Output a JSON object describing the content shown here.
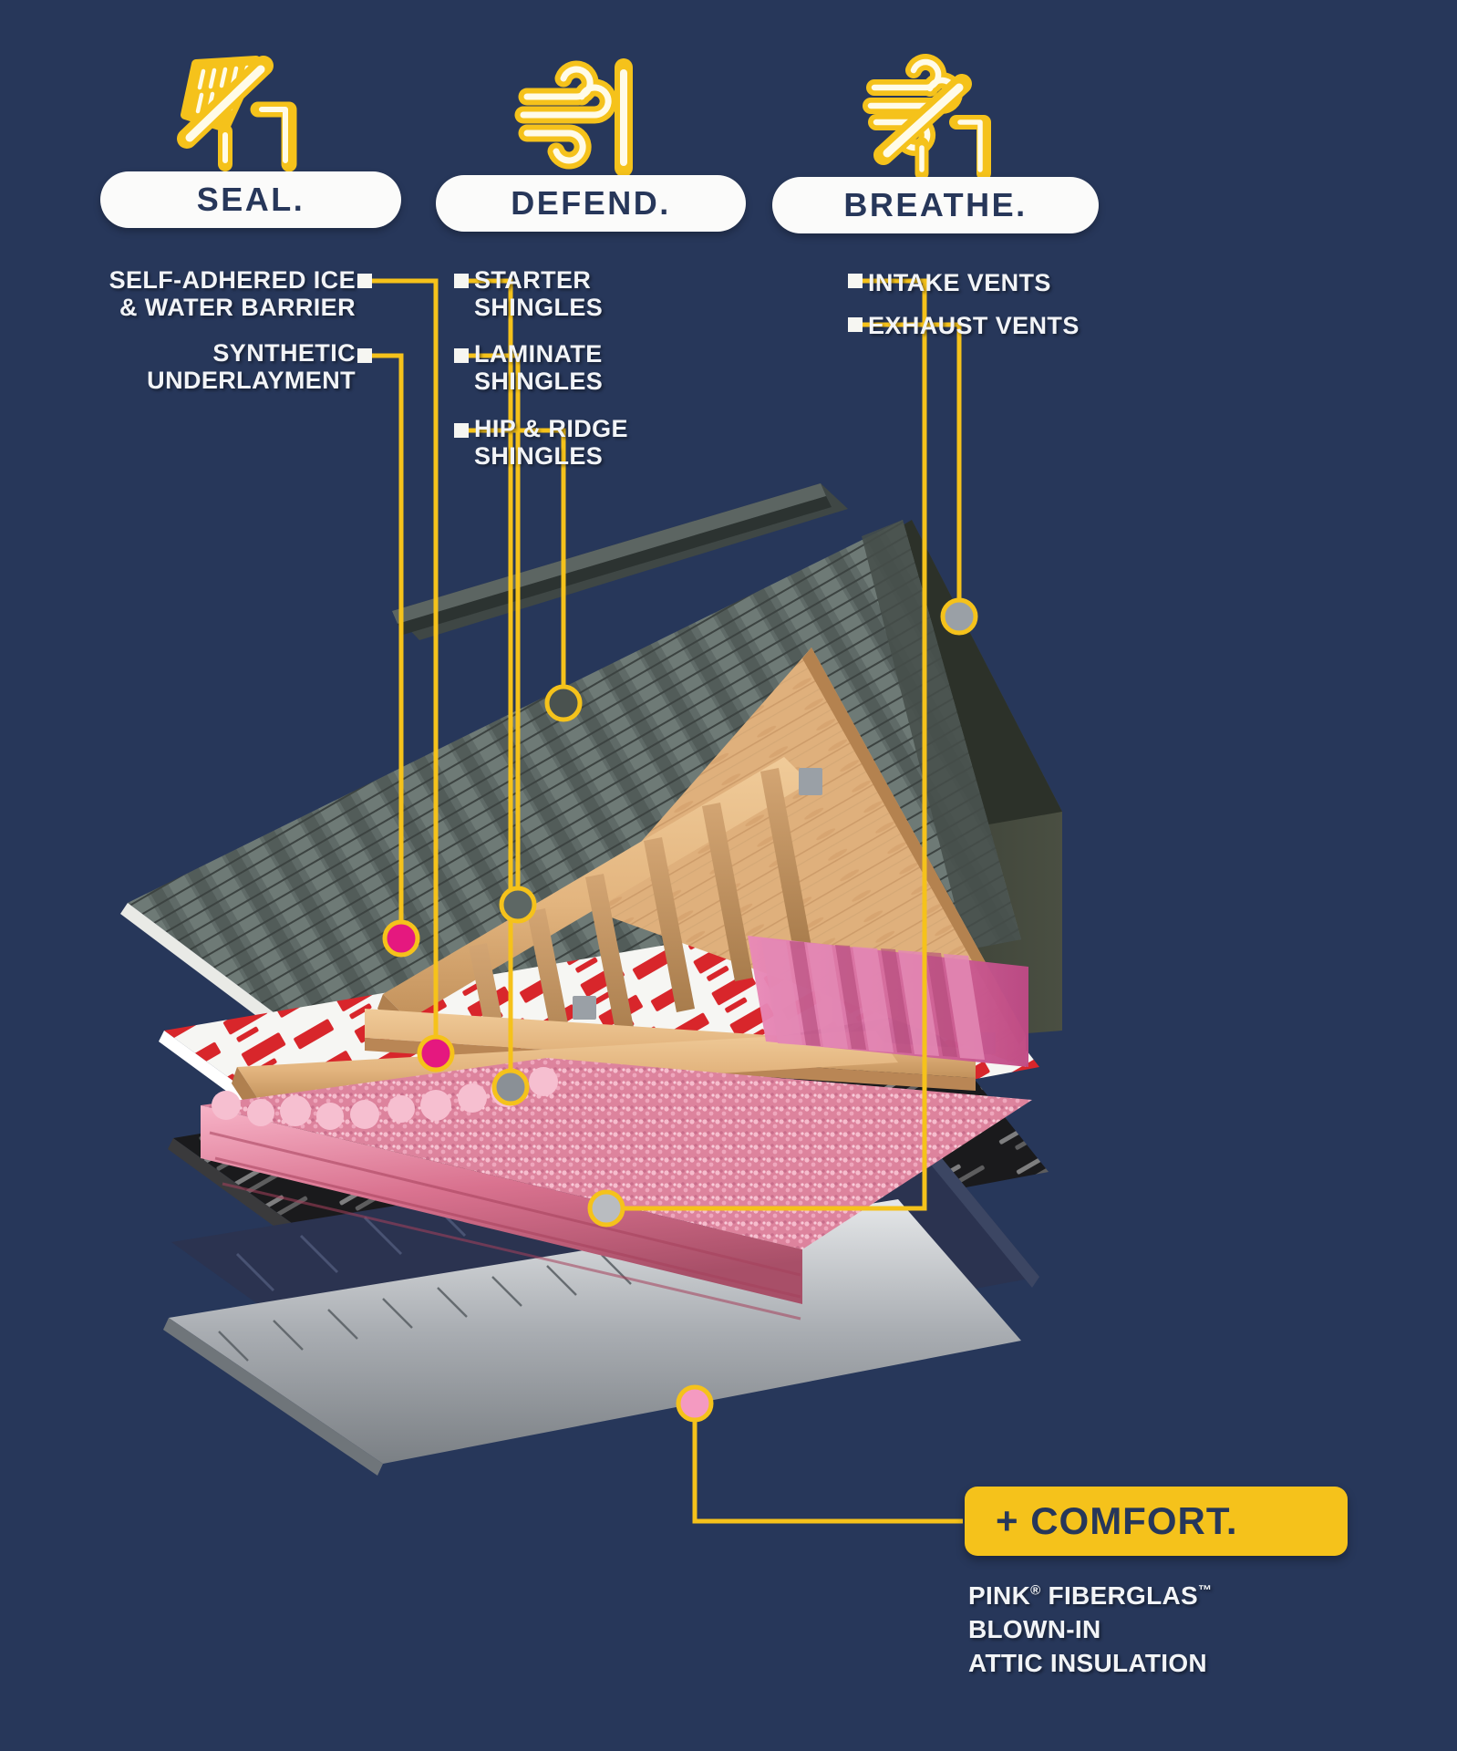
{
  "background_color": "#27375a",
  "accent_color": "#f5c21b",
  "text_color": "#f2f4f7",
  "pillars": [
    {
      "id": "seal",
      "label": "SEAL.",
      "icon": "shingle-slope-icon"
    },
    {
      "id": "defend",
      "label": "DEFEND.",
      "icon": "wind-barrier-icon"
    },
    {
      "id": "breathe",
      "label": "BREATHE.",
      "icon": "wind-vent-roof-icon"
    }
  ],
  "callouts": {
    "seal": [
      {
        "id": "ice-water-barrier",
        "label": "SELF-ADHERED ICE\n& WATER BARRIER",
        "align": "right",
        "dot_color": "#e5187f"
      },
      {
        "id": "synthetic-underlayment",
        "label": "SYNTHETIC\nUNDERLAYMENT",
        "align": "right",
        "dot_color": "#e5187f"
      }
    ],
    "defend": [
      {
        "id": "starter-shingles",
        "label": "STARTER\nSHINGLES",
        "align": "left",
        "dot_color": "#6b6b6b"
      },
      {
        "id": "laminate-shingles",
        "label": "LAMINATE\nSHINGLES",
        "align": "left",
        "dot_color": "#6b6b6b"
      },
      {
        "id": "hip-ridge-shingles",
        "label": "HIP & RIDGE\nSHINGLES",
        "align": "left",
        "dot_color": "#6b6b6b"
      }
    ],
    "breathe": [
      {
        "id": "intake-vents",
        "label": "INTAKE VENTS",
        "align": "left",
        "dot_color": "#9aa0a6"
      },
      {
        "id": "exhaust-vents",
        "label": "EXHAUST VENTS",
        "align": "left",
        "dot_color": "#9aa0a6"
      }
    ]
  },
  "comfort": {
    "badge_label": "+ COMFORT.",
    "line1_pre": "PINK",
    "line1_reg": "®",
    "line1_mid": " FIBERGLAS",
    "line1_tm": "™",
    "line2": "BLOWN-IN",
    "line3": "ATTIC INSULATION",
    "dot_color": "#f49ac1"
  },
  "illustration": {
    "name": "exploded-roof-assembly",
    "layers": [
      {
        "id": "laminate-shingle-field",
        "color": "#5e6a68",
        "description": "gray laminate shingle roof plane"
      },
      {
        "id": "hip-ridge-cap",
        "color": "#4a5250",
        "description": "hip and ridge cap shingle strip at peak"
      },
      {
        "id": "synthetic-underlayment-sheet",
        "color": "#f4f4f2",
        "description": "white printed synthetic underlayment with red branding"
      },
      {
        "id": "ice-water-barrier-sheet",
        "color": "#1b1b1d",
        "description": "black self-adhered ice and water barrier membrane"
      },
      {
        "id": "starter-strip",
        "color": "#2d3752",
        "description": "starter shingle strip at eave"
      },
      {
        "id": "drip-edge",
        "color": "#b9bcc0",
        "description": "metal drip edge and intake vent strip"
      },
      {
        "id": "roof-deck",
        "color": "#d2a273",
        "description": "OSB / plywood roof decking"
      },
      {
        "id": "truss-framing",
        "color": "#e0b27f",
        "description": "wood truss framing"
      },
      {
        "id": "fiberglass-batts",
        "color": "#d2569b",
        "description": "pink fiberglass batt insulation between rafters"
      },
      {
        "id": "blown-in-attic-insulation",
        "color": "#f09ab5",
        "description": "pink blown-in attic insulation blanket on ceiling deck"
      }
    ]
  }
}
